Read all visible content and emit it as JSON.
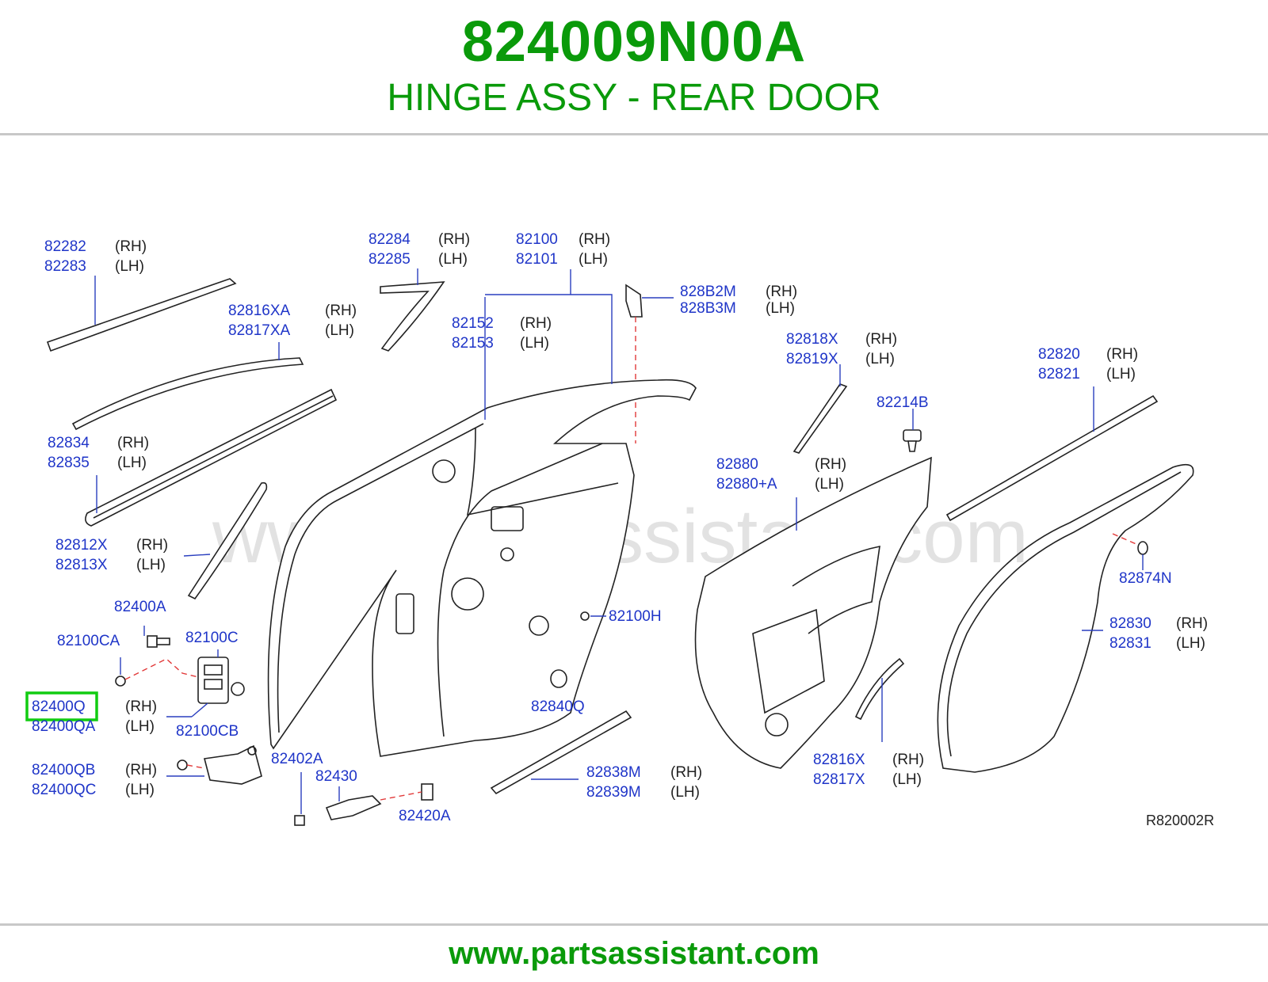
{
  "header": {
    "part_number": "824009N00A",
    "part_name": "HINGE ASSY - REAR DOOR"
  },
  "footer": {
    "url": "www.partsassistant.com"
  },
  "diagram": {
    "watermark": "www.partsassistant.com",
    "reference_code": "R820002R",
    "highlighted_part": "82400Q",
    "colors": {
      "title": "#0a9a0a",
      "part_number_text": "#1f35c8",
      "highlight_box": "#11cc11",
      "connector_dash": "#e23a3a"
    },
    "labels": [
      {
        "pn": "82282",
        "side": "(RH)"
      },
      {
        "pn": "82283",
        "side": "(LH)"
      },
      {
        "pn": "82284",
        "side": "(RH)"
      },
      {
        "pn": "82285",
        "side": "(LH)"
      },
      {
        "pn": "82100",
        "side": "(RH)"
      },
      {
        "pn": "82101",
        "side": "(LH)"
      },
      {
        "pn": "828B2M",
        "side": "(RH)"
      },
      {
        "pn": "828B3M",
        "side": "(LH)"
      },
      {
        "pn": "82816XA",
        "side": "(RH)"
      },
      {
        "pn": "82817XA",
        "side": "(LH)"
      },
      {
        "pn": "82152",
        "side": "(RH)"
      },
      {
        "pn": "82153",
        "side": "(LH)"
      },
      {
        "pn": "82818X",
        "side": "(RH)"
      },
      {
        "pn": "82819X",
        "side": "(LH)"
      },
      {
        "pn": "82820",
        "side": "(RH)"
      },
      {
        "pn": "82821",
        "side": "(LH)"
      },
      {
        "pn": "82214B",
        "side": ""
      },
      {
        "pn": "82834",
        "side": "(RH)"
      },
      {
        "pn": "82835",
        "side": "(LH)"
      },
      {
        "pn": "82880",
        "side": "(RH)"
      },
      {
        "pn": "82880+A",
        "side": "(LH)"
      },
      {
        "pn": "82812X",
        "side": "(RH)"
      },
      {
        "pn": "82813X",
        "side": "(LH)"
      },
      {
        "pn": "82874N",
        "side": ""
      },
      {
        "pn": "82400A",
        "side": ""
      },
      {
        "pn": "82100H",
        "side": ""
      },
      {
        "pn": "82830",
        "side": "(RH)"
      },
      {
        "pn": "82831",
        "side": "(LH)"
      },
      {
        "pn": "82100CA",
        "side": ""
      },
      {
        "pn": "82100C",
        "side": ""
      },
      {
        "pn": "82400Q",
        "side": "(RH)"
      },
      {
        "pn": "82400QA",
        "side": "(LH)"
      },
      {
        "pn": "82840Q",
        "side": ""
      },
      {
        "pn": "82100CB",
        "side": ""
      },
      {
        "pn": "82816X",
        "side": "(RH)"
      },
      {
        "pn": "82817X",
        "side": "(LH)"
      },
      {
        "pn": "82400QB",
        "side": "(RH)"
      },
      {
        "pn": "82400QC",
        "side": "(LH)"
      },
      {
        "pn": "82402A",
        "side": ""
      },
      {
        "pn": "82838M",
        "side": "(RH)"
      },
      {
        "pn": "82839M",
        "side": "(LH)"
      },
      {
        "pn": "82430",
        "side": ""
      },
      {
        "pn": "82420A",
        "side": ""
      }
    ]
  }
}
